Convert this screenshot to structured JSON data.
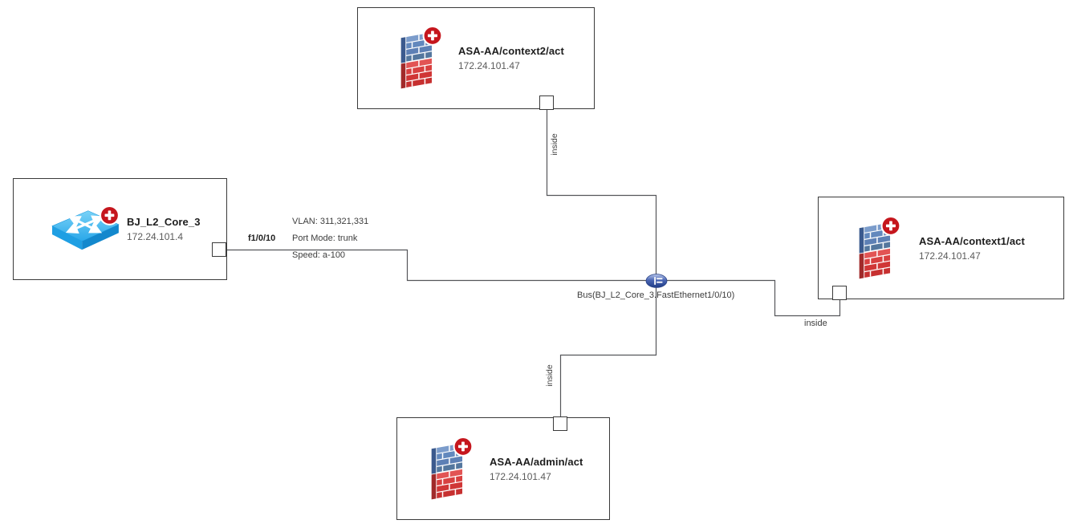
{
  "nodes": {
    "context2": {
      "name": "ASA-AA/context2/act",
      "ip": "172.24.101.47",
      "device_type": "firewall"
    },
    "switch": {
      "name": "BJ_L2_Core_3",
      "ip": "172.24.101.4",
      "device_type": "switch"
    },
    "context1": {
      "name": "ASA-AA/context1/act",
      "ip": "172.24.101.47",
      "device_type": "firewall"
    },
    "admin": {
      "name": "ASA-AA/admin/act",
      "ip": "172.24.101.47",
      "device_type": "firewall"
    }
  },
  "bus": {
    "label": "Bus(BJ_L2_Core_3.FastEthernet1/0/10)"
  },
  "switch_link": {
    "interface_label": "f1/0/10",
    "vlan": "VLAN: 311,321,331",
    "port_mode": "Port Mode: trunk",
    "speed": "Speed: a-100"
  },
  "interface_labels": {
    "context2": "inside",
    "context1": "inside",
    "admin": "inside"
  },
  "colors": {
    "line_gray": "#55565a",
    "box_border": "#3a3a3a",
    "name_text": "#1d1d1d",
    "ip_text": "#5a5a5a",
    "label_text": "#3d3d3d",
    "badge_red": "#c5161d",
    "firewall_blue": "#5d80b5",
    "firewall_red": "#d84040",
    "switch_cyan": "#29a7e9",
    "bus_blue": "#4a66b4"
  }
}
